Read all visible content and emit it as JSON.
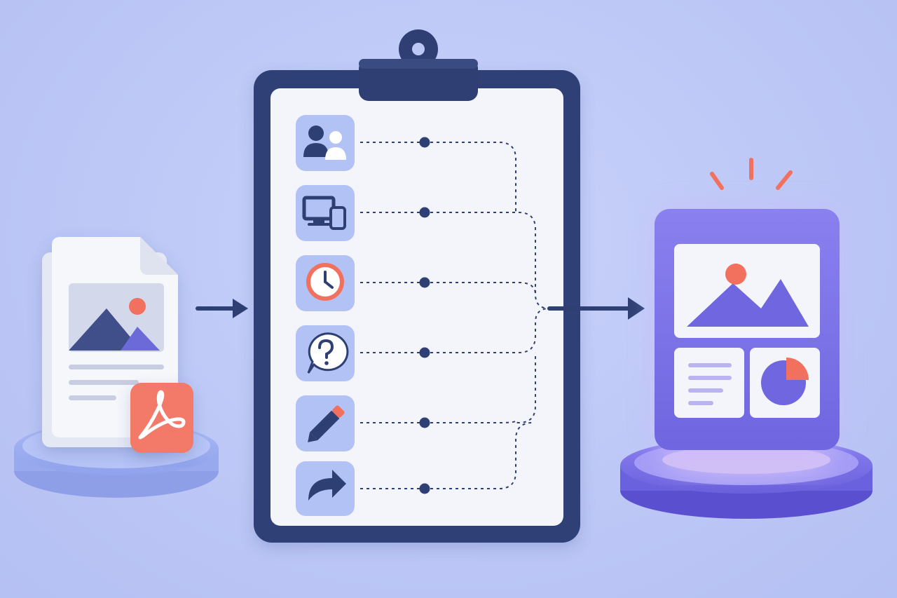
{
  "diagram": {
    "source": {
      "document_icon": "image-document-icon",
      "badge_icon": "pdf-acrobat-icon"
    },
    "checklist": {
      "items": [
        {
          "id": "audience",
          "icon": "users-icon"
        },
        {
          "id": "devices",
          "icon": "devices-icon"
        },
        {
          "id": "timing",
          "icon": "clock-icon"
        },
        {
          "id": "questions",
          "icon": "question-bubble-icon"
        },
        {
          "id": "editing",
          "icon": "pencil-icon"
        },
        {
          "id": "sharing",
          "icon": "share-arrow-icon"
        }
      ]
    },
    "result": {
      "icon": "interactive-content-icon"
    }
  },
  "colors": {
    "background": "#bcc7f6",
    "navy": "#2e3f73",
    "accent_coral": "#f2705e",
    "purple": "#7d74ea",
    "tile": "#b3c2f5",
    "paper": "#f4f5fa",
    "pedestal": "#9fb0f0"
  }
}
